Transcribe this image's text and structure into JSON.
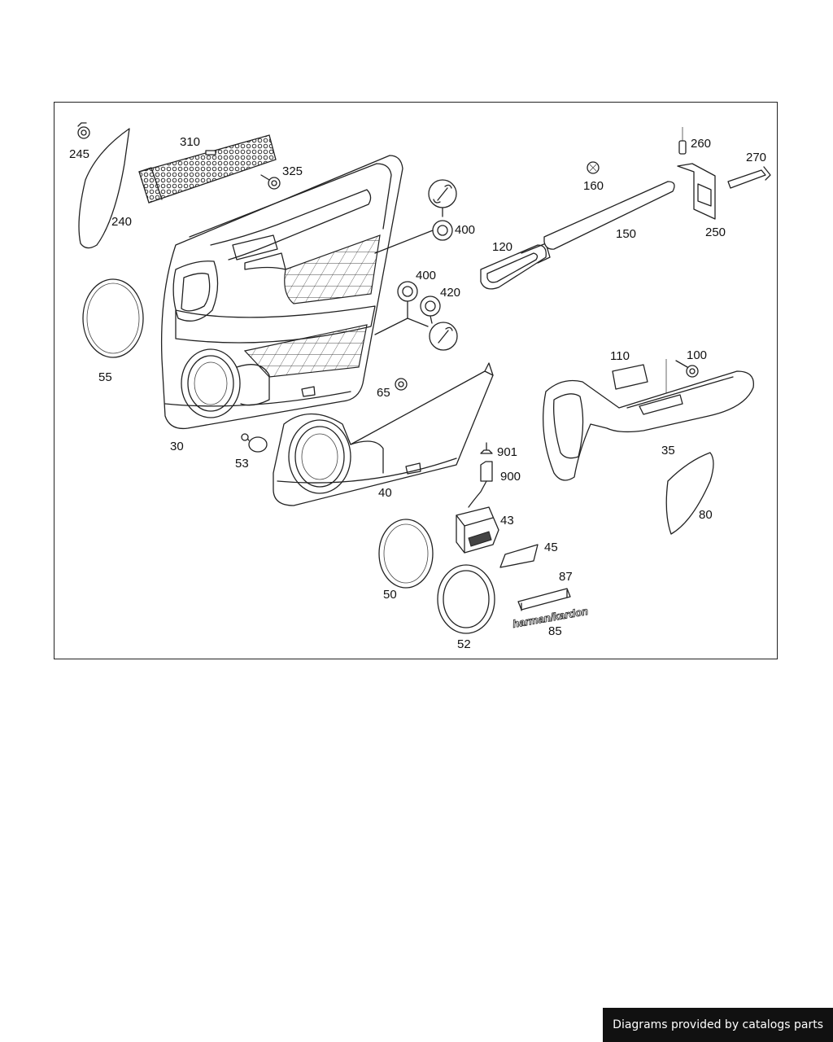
{
  "diagram": {
    "part_labels": {
      "p245": "245",
      "p240": "240",
      "p310": "310",
      "p325": "325",
      "p55": "55",
      "p30": "30",
      "p53": "53",
      "p65": "65",
      "p400a": "400",
      "p400b": "400",
      "p420": "420",
      "p120": "120",
      "p150": "150",
      "p160": "160",
      "p260": "260",
      "p250": "250",
      "p270": "270",
      "p110": "110",
      "p100": "100",
      "p35": "35",
      "p40": "40",
      "p80": "80",
      "p901": "901",
      "p900": "900",
      "p43": "43",
      "p45": "45",
      "p50": "50",
      "p52": "52",
      "p87": "87",
      "p85": "85"
    },
    "badge_text": "harman/kardon"
  },
  "footer": {
    "credit": "Diagrams provided by catalogs parts"
  }
}
